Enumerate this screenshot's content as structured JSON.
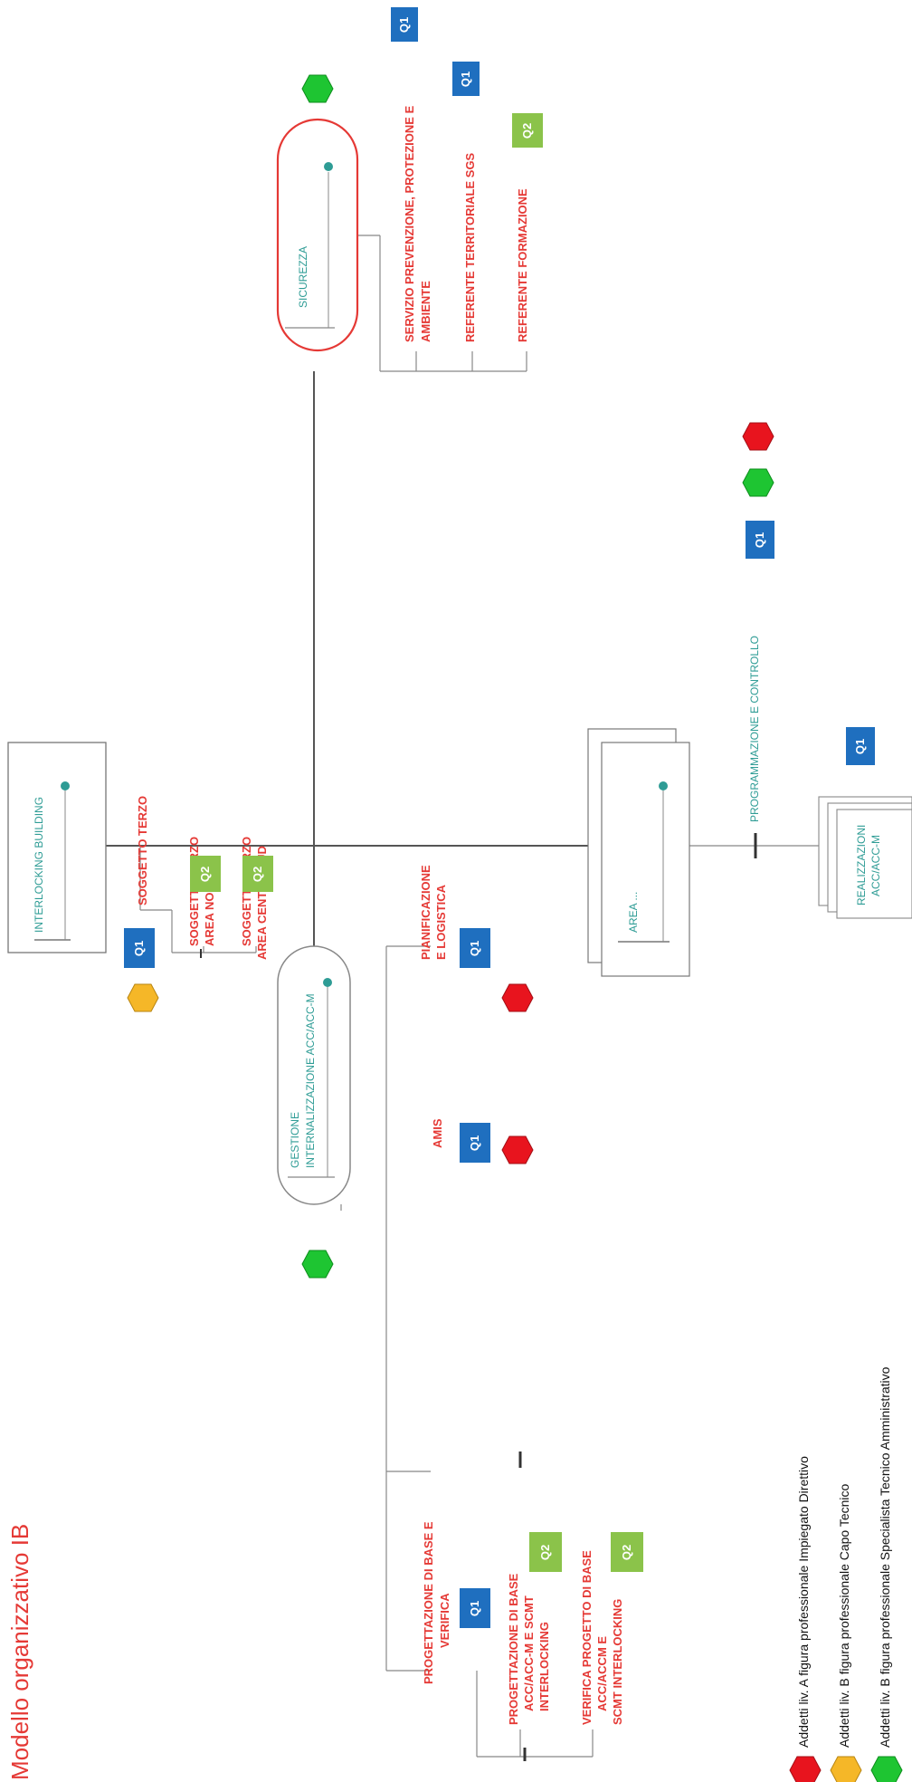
{
  "title": "Modello organizzativo IB",
  "nodes": {
    "interlocking": "INTERLOCKING BUILDING",
    "sicurezza": "SICUREZZA",
    "gestione_line1": "GESTIONE",
    "gestione_line2": "INTERNALIZZAZIONE ACC/ACC-M",
    "area": "AREA ...",
    "realizzazioni_line1": "REALIZZAZIONI",
    "realizzazioni_line2": "ACC/ACC-M"
  },
  "labels": {
    "servizio_line1": "SERVIZIO PREVENZIONE, PROTEZIONE E",
    "servizio_line2": "AMBIENTE",
    "referente_sgs": "REFERENTE TERRITORIALE SGS",
    "referente_formazione": "REFERENTE FORMAZIONE",
    "programmazione": "PROGRAMMAZIONE E CONTROLLO",
    "soggetto_terzo": "SOGGETTO TERZO",
    "soggetto_nord_line1": "SOGGETTO TERZO",
    "soggetto_nord_line2": "AREA NORD",
    "soggetto_sud_line1": "SOGGETTO TERZO",
    "soggetto_sud_line2": "AREA  CENTRO SUD",
    "pianificazione_line1": "PIANIFICAZIONE",
    "pianificazione_line2": "E LOGISTICA",
    "amis": "AMIS",
    "progettazione_line1": "PROGETTAZIONE DI BASE E",
    "progettazione_line2": "VERIFICA",
    "prog_base_line1": "PROGETTAZIONE DI BASE",
    "prog_base_line2": "ACC/ACC-M E SCMT",
    "prog_base_line3": "INTERLOCKING",
    "verifica_line1": "VERIFICA PROGETTO DI BASE",
    "verifica_line2": "ACC/ACCM E",
    "verifica_line3": "SCMT INTERLOCKING"
  },
  "badges": {
    "q1": "Q1",
    "q2": "Q2"
  },
  "legend": {
    "red": "Addetti  liv. A  figura professionale Impiegato  Direttivo",
    "yellow": "Addetti  liv. B  figura professionale Capo Tecnico",
    "green": "Addetti  liv. B  figura professionale Specialista Tecnico Amministrativo"
  },
  "colors": {
    "accent_red": "#e53935",
    "teal": "#2e9c95",
    "q1_blue": "#1f6fbf",
    "q2_green": "#8bc34a",
    "hex_red": "#e8141e",
    "hex_yellow": "#f5b728",
    "hex_green": "#1ec532"
  }
}
